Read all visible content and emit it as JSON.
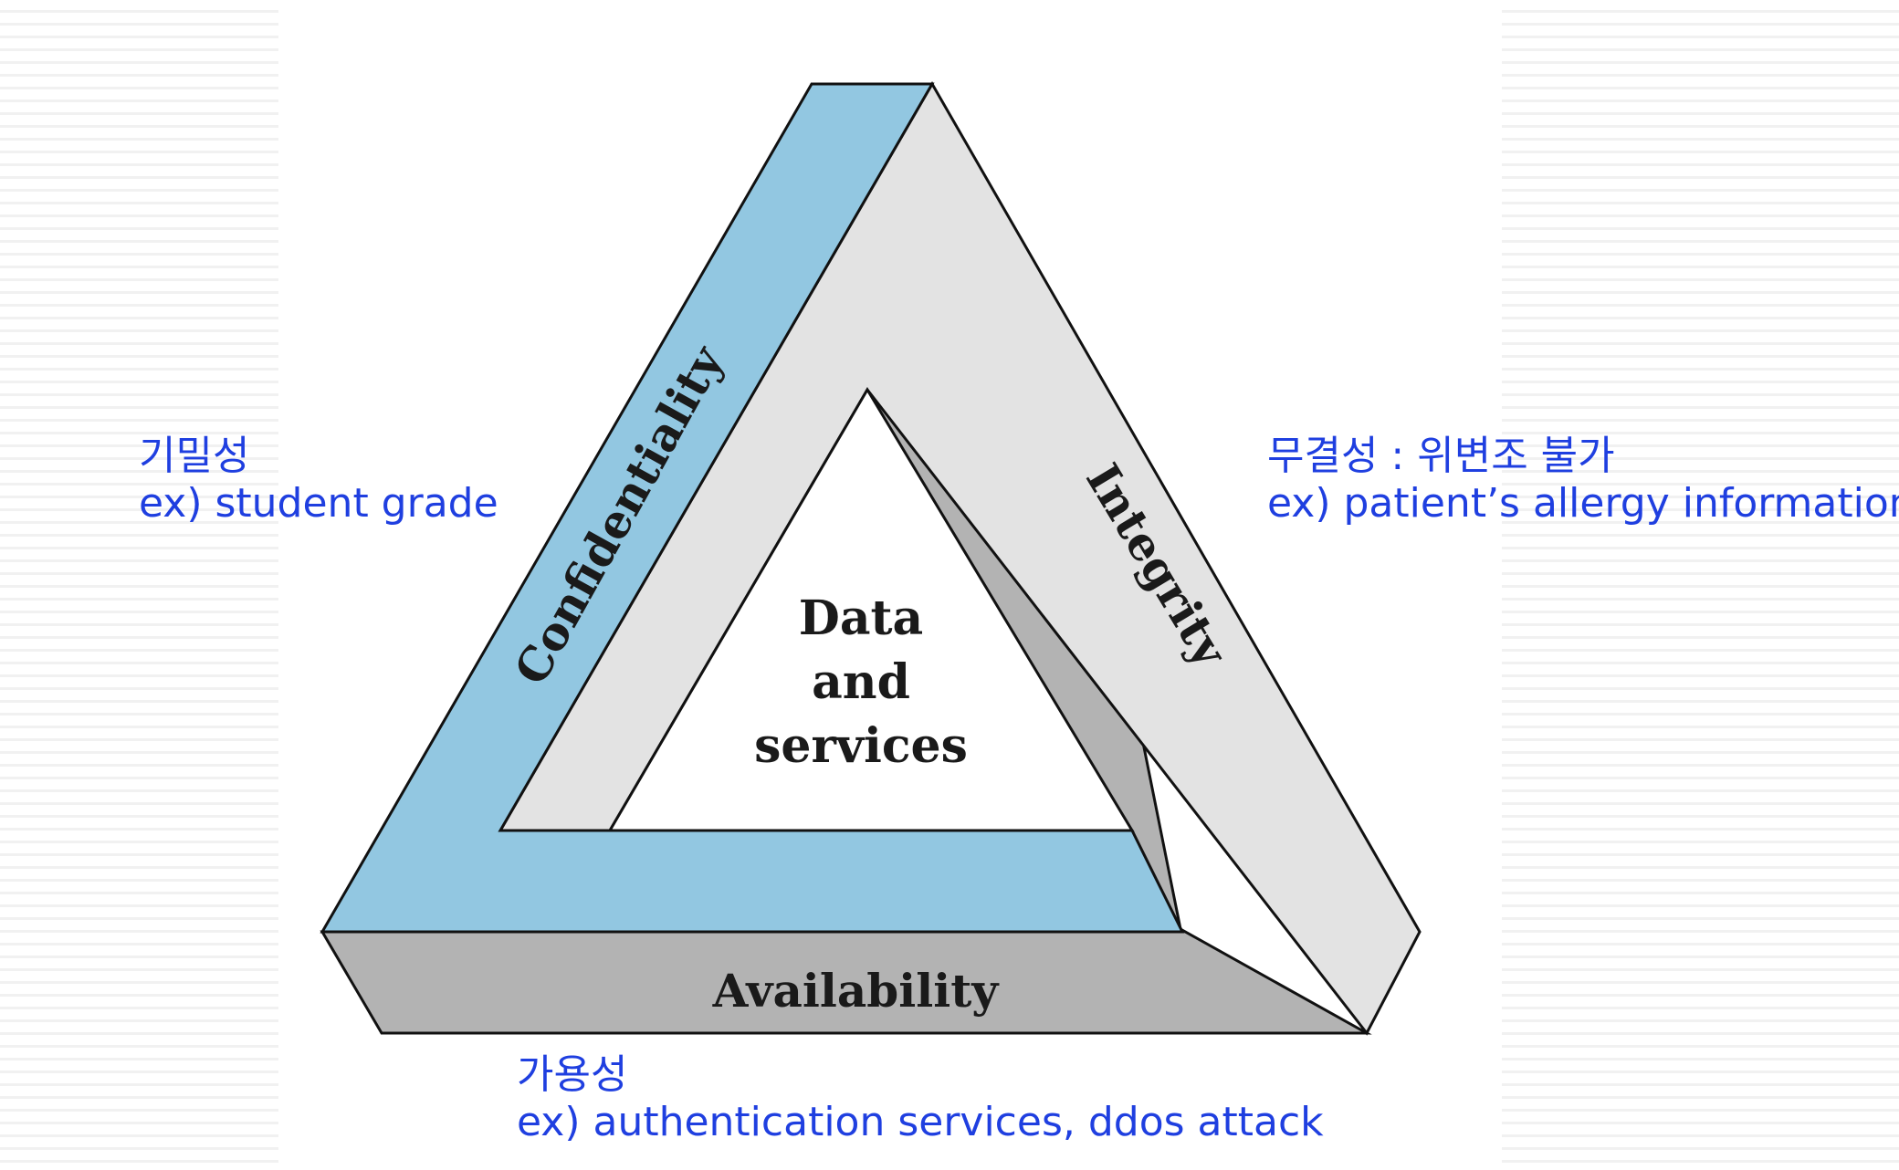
{
  "triangle": {
    "center_lines": [
      "Data",
      "and",
      "services"
    ],
    "sides": {
      "confidentiality": "Confidentiality",
      "integrity": "Integrity",
      "availability": "Availability"
    }
  },
  "annotations": {
    "confidentiality": {
      "korean": "기밀성",
      "example": "ex) student grade"
    },
    "integrity": {
      "korean": "무결성 : 위변조 불가",
      "example": "ex) patient’s allergy information"
    },
    "availability": {
      "korean": "가용성",
      "example": "ex) authentication services, ddos attack"
    }
  },
  "colors": {
    "confidentiality_face": "#92c7e1",
    "integrity_face": "#e3e3e3",
    "availability_face": "#b3b3b3",
    "annotation_text": "#1f3fe0"
  }
}
